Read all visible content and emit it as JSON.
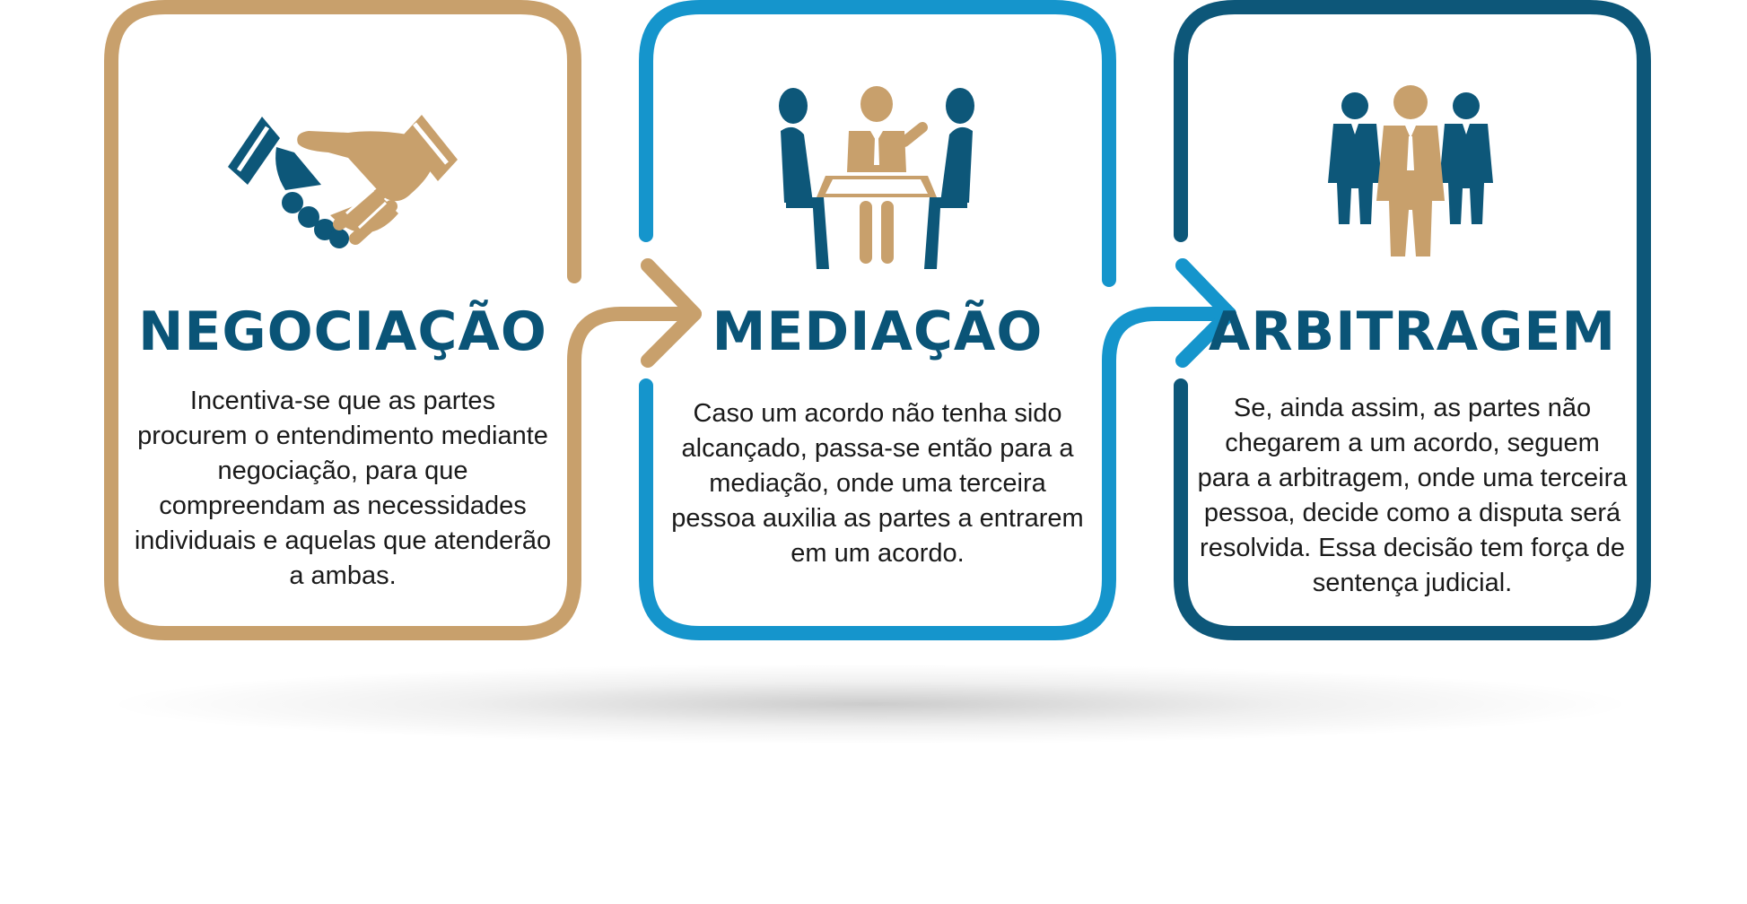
{
  "colors": {
    "tan": "#c8a06c",
    "blue": "#1595cc",
    "navy": "#0d5779",
    "title": "#0a5477",
    "text": "#1a1a1a"
  },
  "stages": [
    {
      "title": "NEGOCIAÇÃO",
      "description": "Incentiva-se que as partes procurem o entendimento mediante negociação, para que compreendam as necessidades individuais e aquelas que atenderão a ambas.",
      "icon": "handshake-icon",
      "frame_color": "tan"
    },
    {
      "title": "MEDIAÇÃO",
      "description": "Caso um acordo não tenha sido alcançado, passa-se então para a mediação, onde uma terceira pessoa auxilia as partes a entrarem em um acordo.",
      "icon": "meeting-table-icon",
      "frame_color": "blue"
    },
    {
      "title": "ARBITRAGEM",
      "description": "Se, ainda assim, as partes não chegarem a um acordo, seguem para a arbitragem, onde uma terceira pessoa, decide como a disputa será resolvida. Essa decisão tem força de sentença judicial.",
      "icon": "group-people-icon",
      "frame_color": "navy"
    }
  ]
}
